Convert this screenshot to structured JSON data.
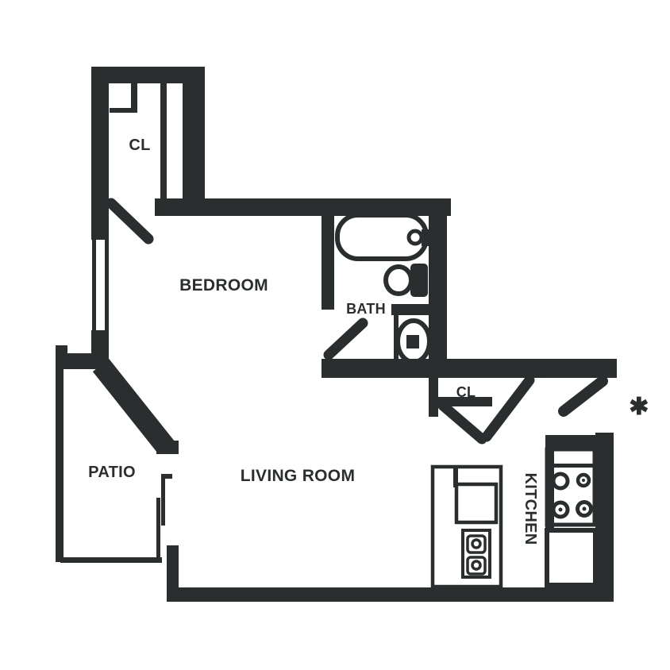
{
  "floorplan": {
    "background": "#ffffff",
    "wall_color": "#2b2e2f",
    "labels": {
      "closet_top": "CL",
      "bedroom": "BEDROOM",
      "bath": "BATH",
      "closet_entry": "CL",
      "patio": "PATIO",
      "living_room": "LIVING ROOM",
      "kitchen": "KITCHEN",
      "entry_marker": "✱"
    }
  }
}
